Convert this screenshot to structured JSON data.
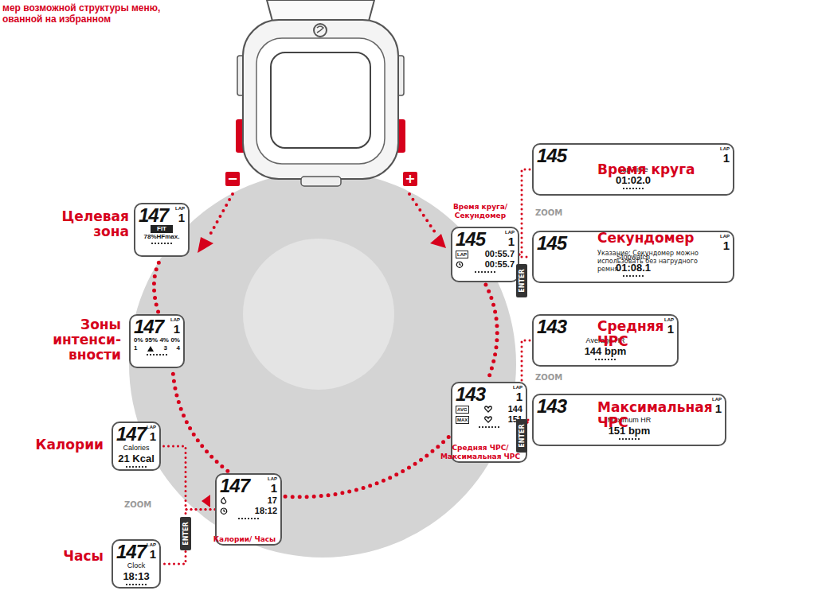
{
  "diagram": {
    "title": "мер возможной структуры меню, ованной на избранном",
    "nodes": [
      {
        "text": [
          "Целевая зона",
          "147",
          "LAP",
          "1",
          "FIT",
          "78%HFmax."
        ]
      },
      {
        "text": [
          "Время круга/ Секундомер",
          "145",
          "LAP",
          "1",
          "LAP",
          "00:55.7",
          "00:55.7"
        ]
      },
      {
        "text": [
          "Время круга",
          "145",
          "LAP",
          "1",
          "Lap Time",
          "01:02.0"
        ]
      },
      {
        "text": [
          "Секундомер",
          "145",
          "LAP",
          "1",
          "Stopwatch",
          "01:08.1",
          "Указание: Секундомер можно использовать без нагрудного ремня."
        ]
      },
      {
        "text": [
          "Зоны интенси- вности",
          "147",
          "LAP",
          "1",
          "0%",
          "95%",
          "4%",
          "0%",
          "1",
          "3",
          "4"
        ]
      },
      {
        "text": [
          "Средняя ЧРС",
          "143",
          "LAP",
          "1",
          "Average HR",
          "144 bpm"
        ]
      },
      {
        "text": [
          "Средняя ЧРС/ Максимальная ЧРС",
          "143",
          "LAP",
          "1",
          "AVG",
          "144",
          "MAX",
          "151"
        ]
      },
      {
        "text": [
          "Максимальная ЧРС",
          "143",
          "LAP",
          "1",
          "Maximum HR",
          "151 bpm"
        ]
      },
      {
        "text": [
          "Калории",
          "147",
          "LAP",
          "1",
          "Calories",
          "21 Kcal"
        ]
      },
      {
        "text": [
          "Калории/ Часы",
          "147",
          "LAP",
          "1",
          "17",
          "18:12"
        ]
      },
      {
        "text": [
          "Часы",
          "147",
          "LAP",
          "1",
          "Clock",
          "18:13"
        ]
      }
    ],
    "edges": [
      {
        "from": 1,
        "to": 6,
        "arrow": "none"
      },
      {
        "from": 6,
        "to": 9,
        "arrow": "none"
      },
      {
        "from": 9,
        "to": 4,
        "arrow": "none"
      },
      {
        "from": 4,
        "to": 0,
        "arrow": "none"
      },
      {
        "from": 1,
        "to": 2,
        "arrow": "none"
      },
      {
        "from": 1,
        "to": 3,
        "arrow": "none"
      },
      {
        "from": 6,
        "to": 5,
        "arrow": "none"
      },
      {
        "from": 6,
        "to": 7,
        "arrow": "none"
      },
      {
        "from": 9,
        "to": 8,
        "arrow": "none"
      },
      {
        "from": 9,
        "to": 10,
        "arrow": "none"
      }
    ],
    "labels": [
      "−",
      "+",
      "ZOOM",
      "ZOOM",
      "ZOOM",
      "ENTER",
      "ENTER",
      "ENTER"
    ]
  }
}
